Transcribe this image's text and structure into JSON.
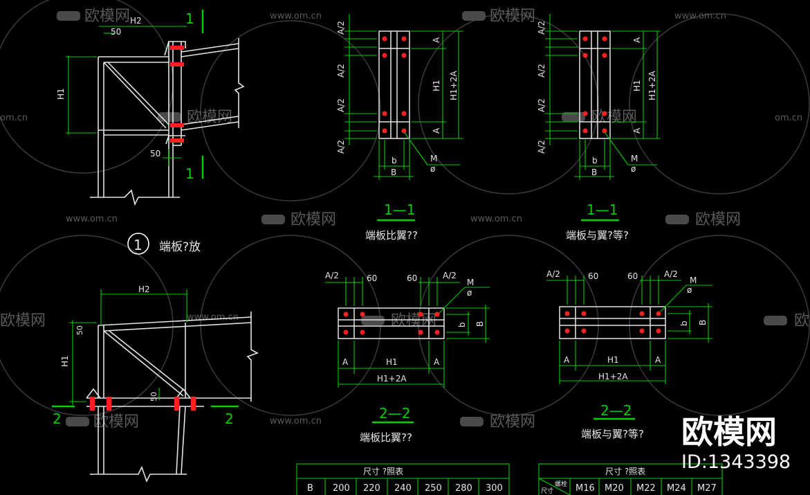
{
  "watermark": {
    "url": "www.om.cn",
    "brand": "欧模网",
    "url_partial": "om.cn",
    "brand_partial": "欧模网"
  },
  "branding": {
    "logo_text": "欧模网",
    "id_text": "ID:1343398"
  },
  "detail1": {
    "number": "1",
    "title": "端板?放",
    "dim_h2": "H2",
    "dim_h1": "H1",
    "dim_50_top": "50",
    "dim_50_bot": "50",
    "section_1_top": "1",
    "section_1_bot": "1"
  },
  "detail2": {
    "dim_h2": "H2",
    "dim_h1": "H1",
    "dim_50_top": "50",
    "dim_50_side": "50",
    "section_2_left": "2",
    "section_2_right": "2"
  },
  "section_a": {
    "mark": "1—1",
    "caption": "端板比翼??",
    "a_half": "A/2",
    "a": "A",
    "h1": "H1",
    "h1_2a": "H1+2A",
    "b_small": "b",
    "b_big": "B",
    "m": "M",
    "phi": "ø"
  },
  "section_b": {
    "mark": "1—1",
    "caption": "端板与翼?等?",
    "a_half": "A/2",
    "a": "A",
    "h1": "H1",
    "h1_2a": "H1+2A",
    "b_small": "b",
    "b_big": "B",
    "m": "M",
    "phi": "ø"
  },
  "section_c": {
    "mark": "2—2",
    "caption": "端板比翼??",
    "a_half": "A/2",
    "sixty": "60",
    "a": "A",
    "h1": "H1",
    "h1_2a": "H1+2A",
    "b_small": "b",
    "b_big": "B",
    "m": "M",
    "phi": "ø"
  },
  "section_d": {
    "mark": "2—2",
    "caption": "端板与翼?等?",
    "a_half": "A/2",
    "sixty": "60",
    "a": "A",
    "h1": "H1",
    "h1_2a": "H1+2A",
    "b_small": "b",
    "b_big": "B",
    "m": "M",
    "phi": "ø"
  },
  "table1": {
    "title": "尺寸 ?照表",
    "row": [
      "B",
      "200",
      "220",
      "240",
      "250",
      "280",
      "300"
    ]
  },
  "table2": {
    "title": "尺寸 ?照表",
    "corner_top": "螺栓",
    "corner_bottom": "尺寸",
    "row": [
      "M16",
      "M20",
      "M22",
      "M24",
      "M27"
    ]
  }
}
